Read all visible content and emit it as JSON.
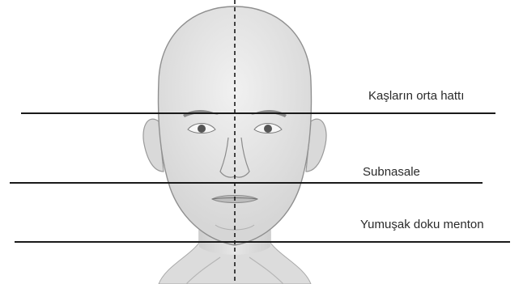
{
  "labels": {
    "brow_line": "Kaşların orta hattı",
    "subnasale": "Subnasale",
    "soft_tissue_menton": "Yumuşak doku menton"
  },
  "colors": {
    "skin": "#e7e7e7",
    "skin_shadow": "#cfcfcf",
    "outline": "#9a9a9a",
    "line": "#1a1a1a",
    "background": "#ffffff"
  }
}
